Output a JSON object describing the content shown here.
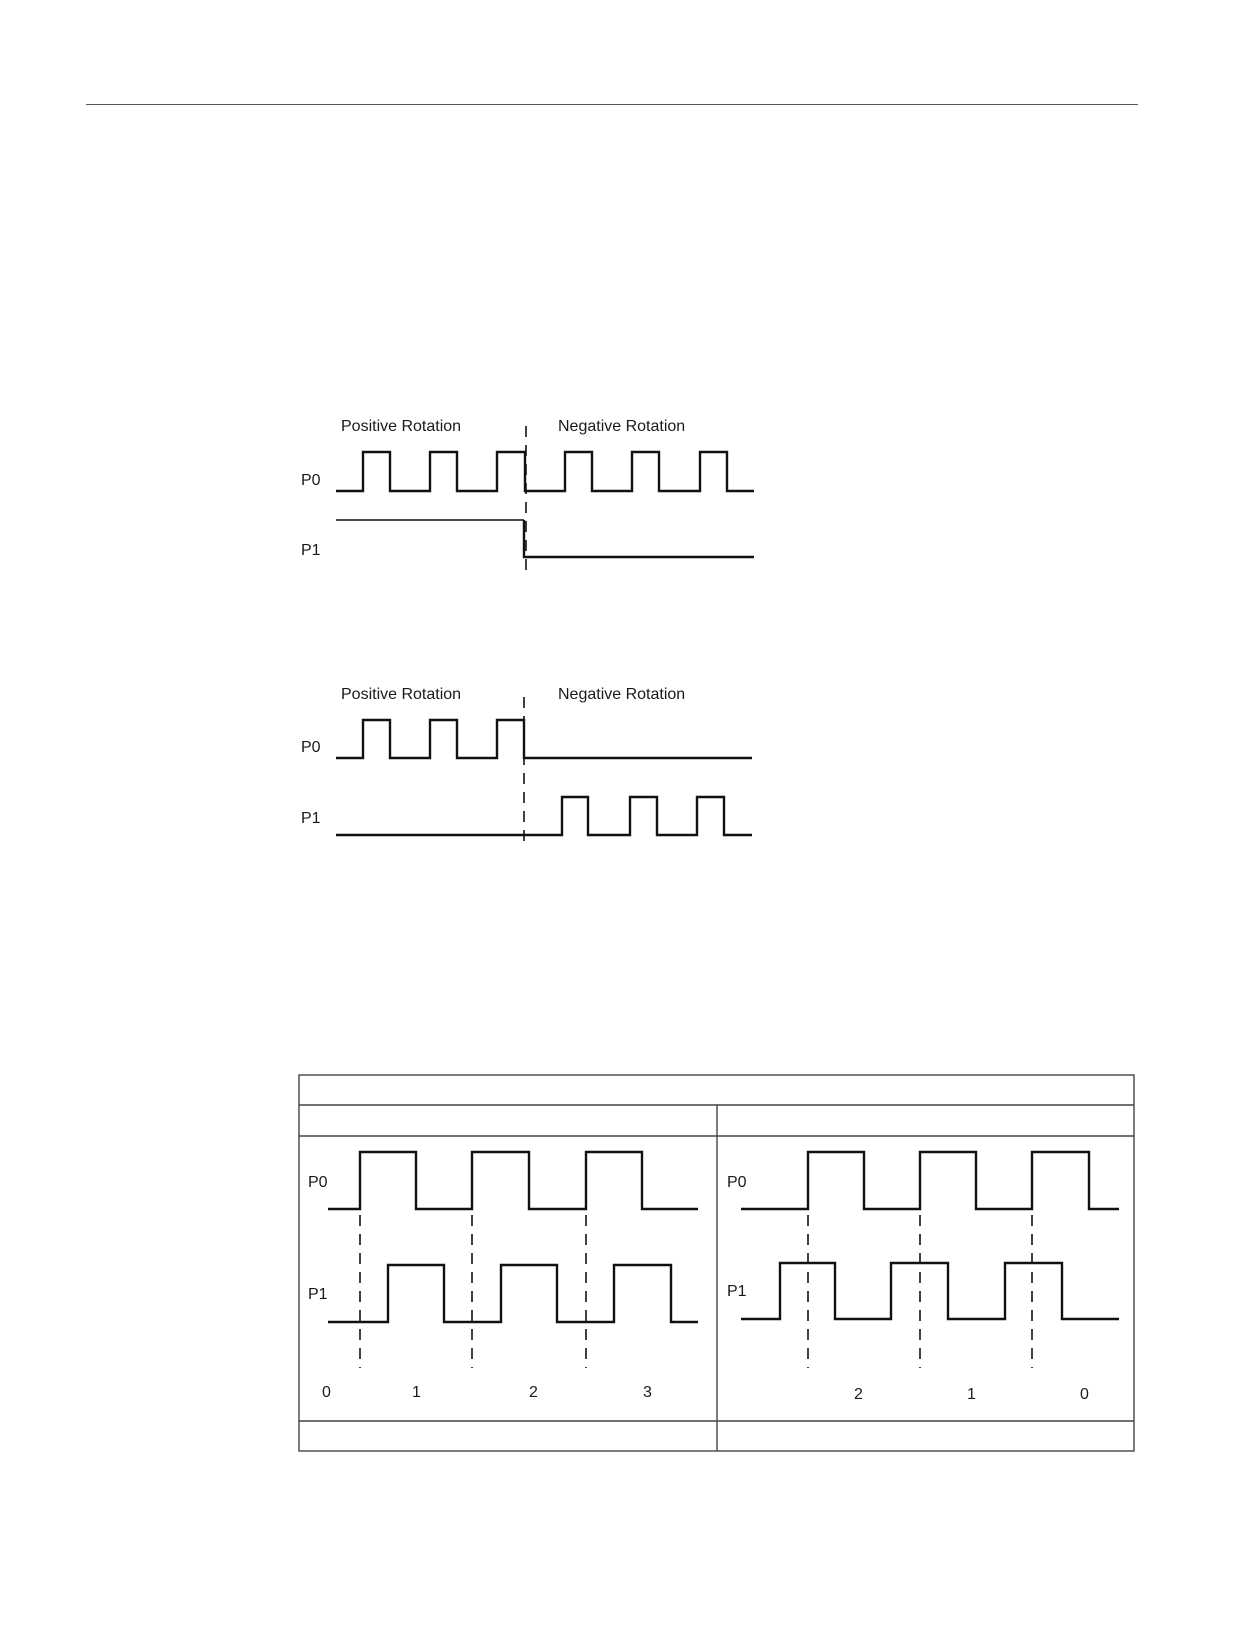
{
  "diagram1": {
    "left_heading": "Positive Rotation",
    "right_heading": "Negative Rotation",
    "channel_a": "P0",
    "channel_b": "P1"
  },
  "diagram2": {
    "left_heading": "Positive Rotation",
    "right_heading": "Negative Rotation",
    "channel_a": "P0",
    "channel_b": "P1"
  },
  "diagram3": {
    "left": {
      "channel_a": "P0",
      "channel_b": "P1",
      "counts": [
        "0",
        "1",
        "2",
        "3"
      ]
    },
    "right": {
      "channel_a": "P0",
      "channel_b": "P1",
      "counts": [
        "2",
        "1",
        "0"
      ]
    }
  }
}
